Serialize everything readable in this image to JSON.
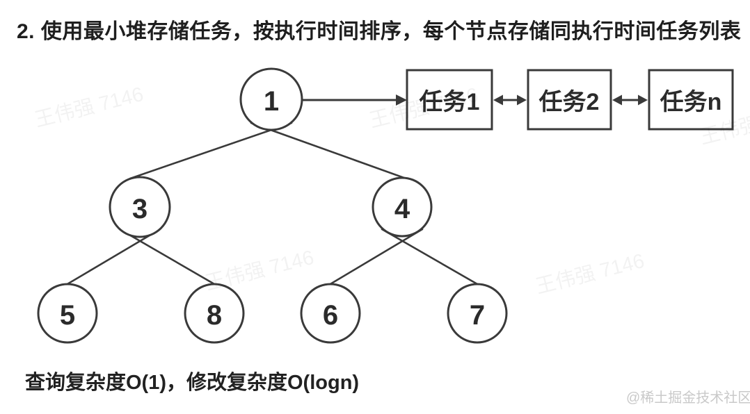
{
  "title": "2. 使用最小堆存储任务，按执行时间排序，每个节点存储同执行时间任务列表",
  "heap_tree": {
    "type": "min-heap",
    "nodes": [
      {
        "id": "root",
        "value": "1"
      },
      {
        "id": "left",
        "value": "3"
      },
      {
        "id": "right",
        "value": "4"
      },
      {
        "id": "left-left",
        "value": "5"
      },
      {
        "id": "left-right",
        "value": "8"
      },
      {
        "id": "right-left",
        "value": "6"
      },
      {
        "id": "right-right",
        "value": "7"
      }
    ],
    "edges": [
      [
        "1",
        "3"
      ],
      [
        "1",
        "4"
      ],
      [
        "3",
        "5"
      ],
      [
        "3",
        "8"
      ],
      [
        "4",
        "6"
      ],
      [
        "4",
        "7"
      ]
    ]
  },
  "task_list": {
    "linked_from_node": "1",
    "items": [
      {
        "label": "任务1"
      },
      {
        "label": "任务2"
      },
      {
        "label": "任务n"
      }
    ]
  },
  "footer_note": "查询复杂度O(1)，修改复杂度O(logn)",
  "watermark": {
    "text": "王伟强 7146"
  },
  "credit": "@稀土掘金技术社区",
  "colors": {
    "stroke": "#3a3a3a",
    "text": "#2b2b2b",
    "watermark": "rgba(0,0,0,0.05)",
    "credit": "#c9c9c9",
    "background": "#ffffff"
  }
}
